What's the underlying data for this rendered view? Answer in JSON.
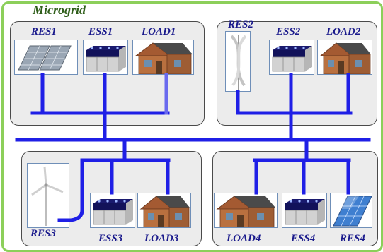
{
  "title": "Microgrid",
  "clusters": [
    {
      "labels": [
        "RES1",
        "ESS1",
        "LOAD1"
      ]
    },
    {
      "labels": [
        "RES2",
        "ESS2",
        "LOAD2"
      ]
    },
    {
      "labels": [
        "RES3",
        "ESS3",
        "LOAD3"
      ]
    },
    {
      "labels": [
        "LOAD4",
        "ESS4",
        "RES4"
      ]
    }
  ],
  "colors": {
    "frame": "#8ccf5a",
    "bus": "#1f1fe6",
    "label": "#1a1a8c",
    "title": "#2f5e1a",
    "cluster_fill": "#ececec"
  },
  "icons": [
    "solar-panel-icon",
    "battery-icon",
    "house-icon",
    "vertical-wind-turbine-icon",
    "wind-turbine-icon"
  ]
}
